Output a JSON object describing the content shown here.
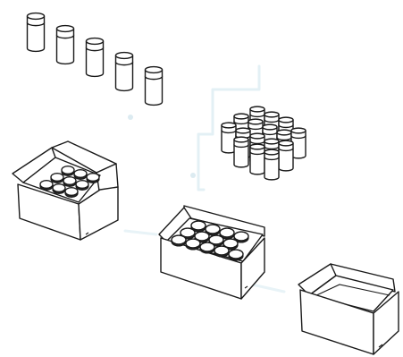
{
  "colors": {
    "background": "#ffffff",
    "outline": "#1a1a1a",
    "flow_path": "#dfeef4"
  },
  "diagram": {
    "description_items": [
      "five-empty-jars",
      "jar-cluster",
      "packed-box-left",
      "packed-box-center",
      "empty-box"
    ]
  }
}
